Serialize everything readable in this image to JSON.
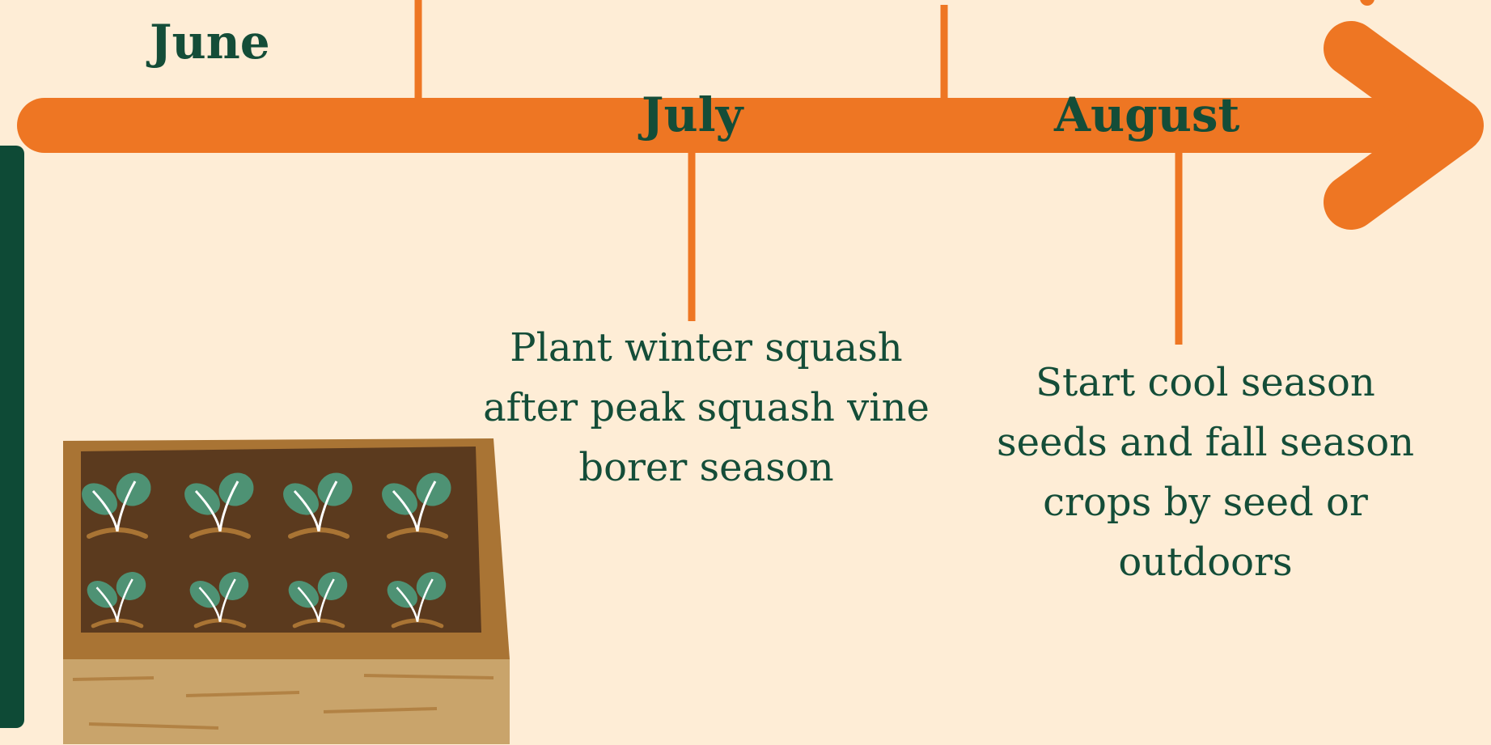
{
  "timeline": {
    "colors": {
      "background": "#FEEDD6",
      "accent": "#EE7623",
      "text": "#144D38",
      "dark_green": "#0E4A36"
    },
    "months": [
      {
        "label": "June"
      },
      {
        "label": "July",
        "note": "Plant winter squash after peak squash vine borer season"
      },
      {
        "label": "August",
        "note": "Start cool season seeds and fall season crops by seed or outdoors"
      }
    ]
  },
  "illustration": {
    "name": "raised-garden-bed-with-seedlings",
    "seedling_count": 8
  }
}
